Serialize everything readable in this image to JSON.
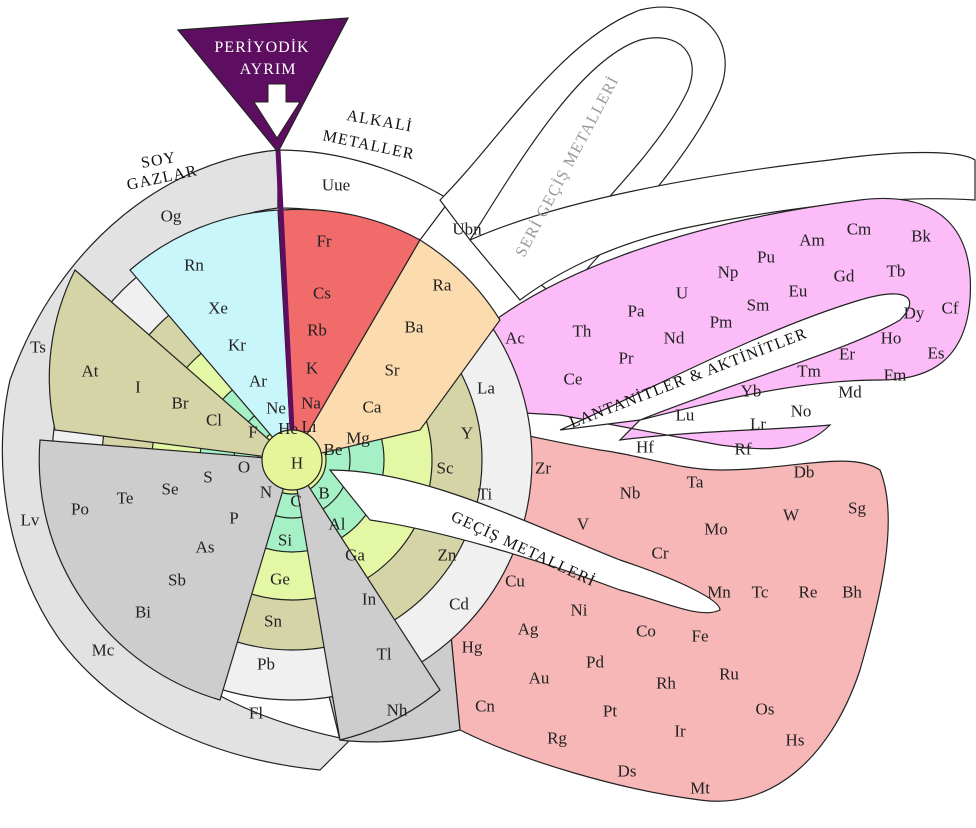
{
  "diagram": {
    "banner": {
      "line1": "PERİYODİK",
      "line2": "AYRIM"
    },
    "labels": {
      "noble_gases": [
        "SOY",
        "GAZLAR"
      ],
      "alkali_metals": [
        "ALKALİ",
        "METALLER"
      ],
      "superactinides": "SERİ GEÇİŞ METALLERİ",
      "lanthanides_actinides": "LANTANİTLER & AKTİNİTLER",
      "transition_metals": "GEÇİŞ METALLERİ"
    },
    "colors": {
      "hydrogen": "#e6f59a",
      "noble_gas": "#c9f6fb",
      "alkali": "#f26b6b",
      "alkaline_earth": "#fcdcae",
      "halogen": "#e4f7a4",
      "nonmetal": "#a6f0c6",
      "metalloid": "#d5d4a6",
      "post_transition": "#cdcdcd",
      "transition": "#f8b7b7",
      "lanthanide": "#fbbcf7",
      "actinide": "#f27ad0",
      "unknown": "#e2e2e2",
      "banner": "#5e0e60"
    },
    "elements": [
      {
        "symbol": "H",
        "color": "hydrogen"
      },
      {
        "symbol": "He",
        "color": "noble_gas"
      },
      {
        "symbol": "Li",
        "color": "alkali"
      },
      {
        "symbol": "Be",
        "color": "alkaline_earth"
      },
      {
        "symbol": "B",
        "color": "metalloid"
      },
      {
        "symbol": "C",
        "color": "nonmetal"
      },
      {
        "symbol": "N",
        "color": "nonmetal"
      },
      {
        "symbol": "O",
        "color": "nonmetal"
      },
      {
        "symbol": "F",
        "color": "halogen"
      },
      {
        "symbol": "Ne",
        "color": "noble_gas"
      },
      {
        "symbol": "Na",
        "color": "alkali"
      },
      {
        "symbol": "Mg",
        "color": "alkaline_earth"
      },
      {
        "symbol": "Al",
        "color": "post_transition"
      },
      {
        "symbol": "Si",
        "color": "metalloid"
      },
      {
        "symbol": "P",
        "color": "nonmetal"
      },
      {
        "symbol": "S",
        "color": "nonmetal"
      },
      {
        "symbol": "Cl",
        "color": "halogen"
      },
      {
        "symbol": "Ar",
        "color": "noble_gas"
      },
      {
        "symbol": "K",
        "color": "alkali"
      },
      {
        "symbol": "Ca",
        "color": "alkaline_earth"
      },
      {
        "symbol": "Sc",
        "color": "transition"
      },
      {
        "symbol": "Ti",
        "color": "transition"
      },
      {
        "symbol": "V",
        "color": "transition"
      },
      {
        "symbol": "Cr",
        "color": "transition"
      },
      {
        "symbol": "Mn",
        "color": "transition"
      },
      {
        "symbol": "Fe",
        "color": "transition"
      },
      {
        "symbol": "Co",
        "color": "transition"
      },
      {
        "symbol": "Ni",
        "color": "transition"
      },
      {
        "symbol": "Cu",
        "color": "transition"
      },
      {
        "symbol": "Zn",
        "color": "transition"
      },
      {
        "symbol": "Ga",
        "color": "post_transition"
      },
      {
        "symbol": "Ge",
        "color": "metalloid"
      },
      {
        "symbol": "As",
        "color": "metalloid"
      },
      {
        "symbol": "Se",
        "color": "nonmetal"
      },
      {
        "symbol": "Br",
        "color": "halogen"
      },
      {
        "symbol": "Kr",
        "color": "noble_gas"
      },
      {
        "symbol": "Rb",
        "color": "alkali"
      },
      {
        "symbol": "Sr",
        "color": "alkaline_earth"
      },
      {
        "symbol": "Y",
        "color": "transition"
      },
      {
        "symbol": "Zr",
        "color": "transition"
      },
      {
        "symbol": "Nb",
        "color": "transition"
      },
      {
        "symbol": "Mo",
        "color": "transition"
      },
      {
        "symbol": "Tc",
        "color": "transition"
      },
      {
        "symbol": "Ru",
        "color": "transition"
      },
      {
        "symbol": "Rh",
        "color": "transition"
      },
      {
        "symbol": "Pd",
        "color": "transition"
      },
      {
        "symbol": "Ag",
        "color": "transition"
      },
      {
        "symbol": "Cd",
        "color": "transition"
      },
      {
        "symbol": "In",
        "color": "post_transition"
      },
      {
        "symbol": "Sn",
        "color": "post_transition"
      },
      {
        "symbol": "Sb",
        "color": "metalloid"
      },
      {
        "symbol": "Te",
        "color": "metalloid"
      },
      {
        "symbol": "I",
        "color": "halogen"
      },
      {
        "symbol": "Xe",
        "color": "noble_gas"
      },
      {
        "symbol": "Cs",
        "color": "alkali"
      },
      {
        "symbol": "Ba",
        "color": "alkaline_earth"
      },
      {
        "symbol": "La",
        "color": "lanthanide"
      },
      {
        "symbol": "Ce",
        "color": "lanthanide"
      },
      {
        "symbol": "Pr",
        "color": "lanthanide"
      },
      {
        "symbol": "Nd",
        "color": "lanthanide"
      },
      {
        "symbol": "Pm",
        "color": "lanthanide"
      },
      {
        "symbol": "Sm",
        "color": "lanthanide"
      },
      {
        "symbol": "Eu",
        "color": "lanthanide"
      },
      {
        "symbol": "Gd",
        "color": "lanthanide"
      },
      {
        "symbol": "Tb",
        "color": "lanthanide"
      },
      {
        "symbol": "Dy",
        "color": "lanthanide"
      },
      {
        "symbol": "Ho",
        "color": "lanthanide"
      },
      {
        "symbol": "Er",
        "color": "lanthanide"
      },
      {
        "symbol": "Tm",
        "color": "lanthanide"
      },
      {
        "symbol": "Yb",
        "color": "lanthanide"
      },
      {
        "symbol": "Lu",
        "color": "lanthanide"
      },
      {
        "symbol": "Hf",
        "color": "transition"
      },
      {
        "symbol": "Ta",
        "color": "transition"
      },
      {
        "symbol": "W",
        "color": "transition"
      },
      {
        "symbol": "Re",
        "color": "transition"
      },
      {
        "symbol": "Os",
        "color": "transition"
      },
      {
        "symbol": "Ir",
        "color": "transition"
      },
      {
        "symbol": "Pt",
        "color": "transition"
      },
      {
        "symbol": "Au",
        "color": "transition"
      },
      {
        "symbol": "Hg",
        "color": "transition"
      },
      {
        "symbol": "Tl",
        "color": "post_transition"
      },
      {
        "symbol": "Pb",
        "color": "post_transition"
      },
      {
        "symbol": "Bi",
        "color": "post_transition"
      },
      {
        "symbol": "Po",
        "color": "post_transition"
      },
      {
        "symbol": "At",
        "color": "metalloid"
      },
      {
        "symbol": "Rn",
        "color": "noble_gas"
      },
      {
        "symbol": "Fr",
        "color": "alkali"
      },
      {
        "symbol": "Ra",
        "color": "alkaline_earth"
      },
      {
        "symbol": "Ac",
        "color": "actinide"
      },
      {
        "symbol": "Th",
        "color": "actinide"
      },
      {
        "symbol": "Pa",
        "color": "actinide"
      },
      {
        "symbol": "U",
        "color": "actinide"
      },
      {
        "symbol": "Np",
        "color": "actinide"
      },
      {
        "symbol": "Pu",
        "color": "actinide"
      },
      {
        "symbol": "Am",
        "color": "actinide"
      },
      {
        "symbol": "Cm",
        "color": "actinide"
      },
      {
        "symbol": "Bk",
        "color": "actinide"
      },
      {
        "symbol": "Cf",
        "color": "actinide"
      },
      {
        "symbol": "Es",
        "color": "actinide"
      },
      {
        "symbol": "Fm",
        "color": "actinide"
      },
      {
        "symbol": "Md",
        "color": "actinide"
      },
      {
        "symbol": "No",
        "color": "actinide"
      },
      {
        "symbol": "Lr",
        "color": "actinide"
      },
      {
        "symbol": "Rf",
        "color": "transition"
      },
      {
        "symbol": "Db",
        "color": "transition"
      },
      {
        "symbol": "Sg",
        "color": "transition"
      },
      {
        "symbol": "Bh",
        "color": "transition"
      },
      {
        "symbol": "Hs",
        "color": "transition"
      },
      {
        "symbol": "Mt",
        "color": "unknown"
      },
      {
        "symbol": "Ds",
        "color": "unknown"
      },
      {
        "symbol": "Rg",
        "color": "unknown"
      },
      {
        "symbol": "Cn",
        "color": "transition"
      },
      {
        "symbol": "Nh",
        "color": "unknown"
      },
      {
        "symbol": "Fl",
        "color": "unknown"
      },
      {
        "symbol": "Mc",
        "color": "unknown"
      },
      {
        "symbol": "Lv",
        "color": "unknown"
      },
      {
        "symbol": "Ts",
        "color": "unknown"
      },
      {
        "symbol": "Og",
        "color": "unknown"
      },
      {
        "symbol": "Uue",
        "color": "empty"
      },
      {
        "symbol": "Ubn",
        "color": "empty"
      }
    ]
  }
}
